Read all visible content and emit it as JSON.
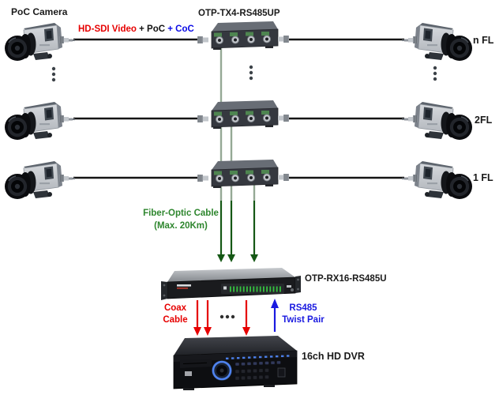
{
  "labels": {
    "poc_camera": "PoC Camera",
    "tx_unit": "OTP-TX4-RS485UP",
    "rx_unit": "OTP-RX16-RS485U",
    "dvr_unit": "16ch HD DVR",
    "fiber_line1": "Fiber-Optic Cable",
    "fiber_line2": "(Max. 20Km)",
    "coax_line1": "Coax",
    "coax_line2": "Cable",
    "rs485_line1": "RS485",
    "rs485_line2": "Twist Pair"
  },
  "cable_annotation": {
    "hdsdi": "HD-SDI Video",
    "poc": " + PoC",
    "coc": " + CoC"
  },
  "floors": [
    {
      "label": "n FL"
    },
    {
      "label": "2FL"
    },
    {
      "label": "1 FL"
    }
  ],
  "colors": {
    "hdsdi_red": "#e60000",
    "coc_blue": "#0a0ae6",
    "fiber_text_green": "#2e862e",
    "fiber_line_pale": "#95a995",
    "fiber_arrow_dark": "#155815",
    "coax_red": "#e60000",
    "rs485_blue": "#1a1ae0",
    "cable_black": "#141414"
  }
}
